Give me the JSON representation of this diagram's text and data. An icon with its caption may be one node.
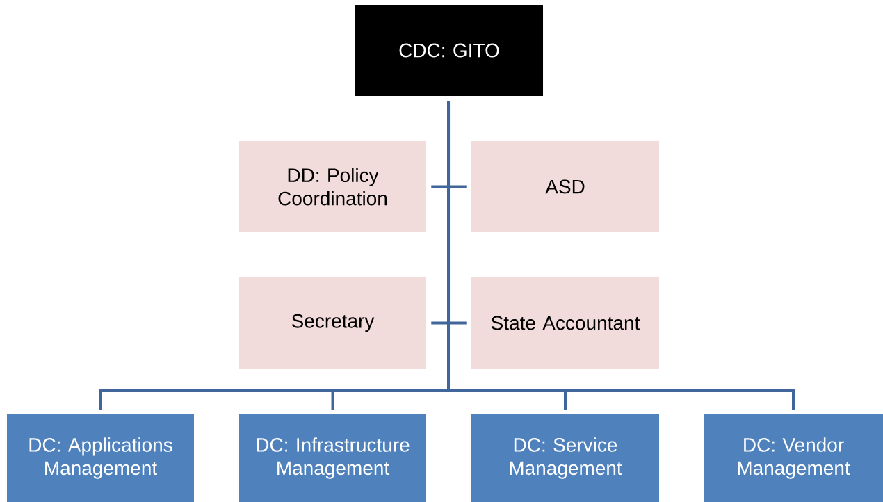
{
  "diagram": {
    "nodes": [
      {
        "text": [
          "CDC: GITO"
        ]
      },
      {
        "text": [
          "DD: Policy Coordination"
        ]
      },
      {
        "text": [
          "ASD"
        ]
      },
      {
        "text": [
          "Secretary"
        ]
      },
      {
        "text": [
          "State Accountant"
        ]
      },
      {
        "text": [
          "DC: Applications Management"
        ]
      },
      {
        "text": [
          "DC: Infrastructure Management"
        ]
      },
      {
        "text": [
          "DC: Service Management"
        ]
      },
      {
        "text": [
          "DC: Vendor Management"
        ]
      }
    ],
    "edges": [
      {
        "from": 0,
        "to": 1,
        "arrow": "none"
      },
      {
        "from": 0,
        "to": 2,
        "arrow": "none"
      },
      {
        "from": 0,
        "to": 3,
        "arrow": "none"
      },
      {
        "from": 0,
        "to": 4,
        "arrow": "none"
      },
      {
        "from": 0,
        "to": 5,
        "arrow": "none"
      },
      {
        "from": 0,
        "to": 6,
        "arrow": "none"
      },
      {
        "from": 0,
        "to": 7,
        "arrow": "none"
      },
      {
        "from": 0,
        "to": 8,
        "arrow": "none"
      }
    ]
  }
}
